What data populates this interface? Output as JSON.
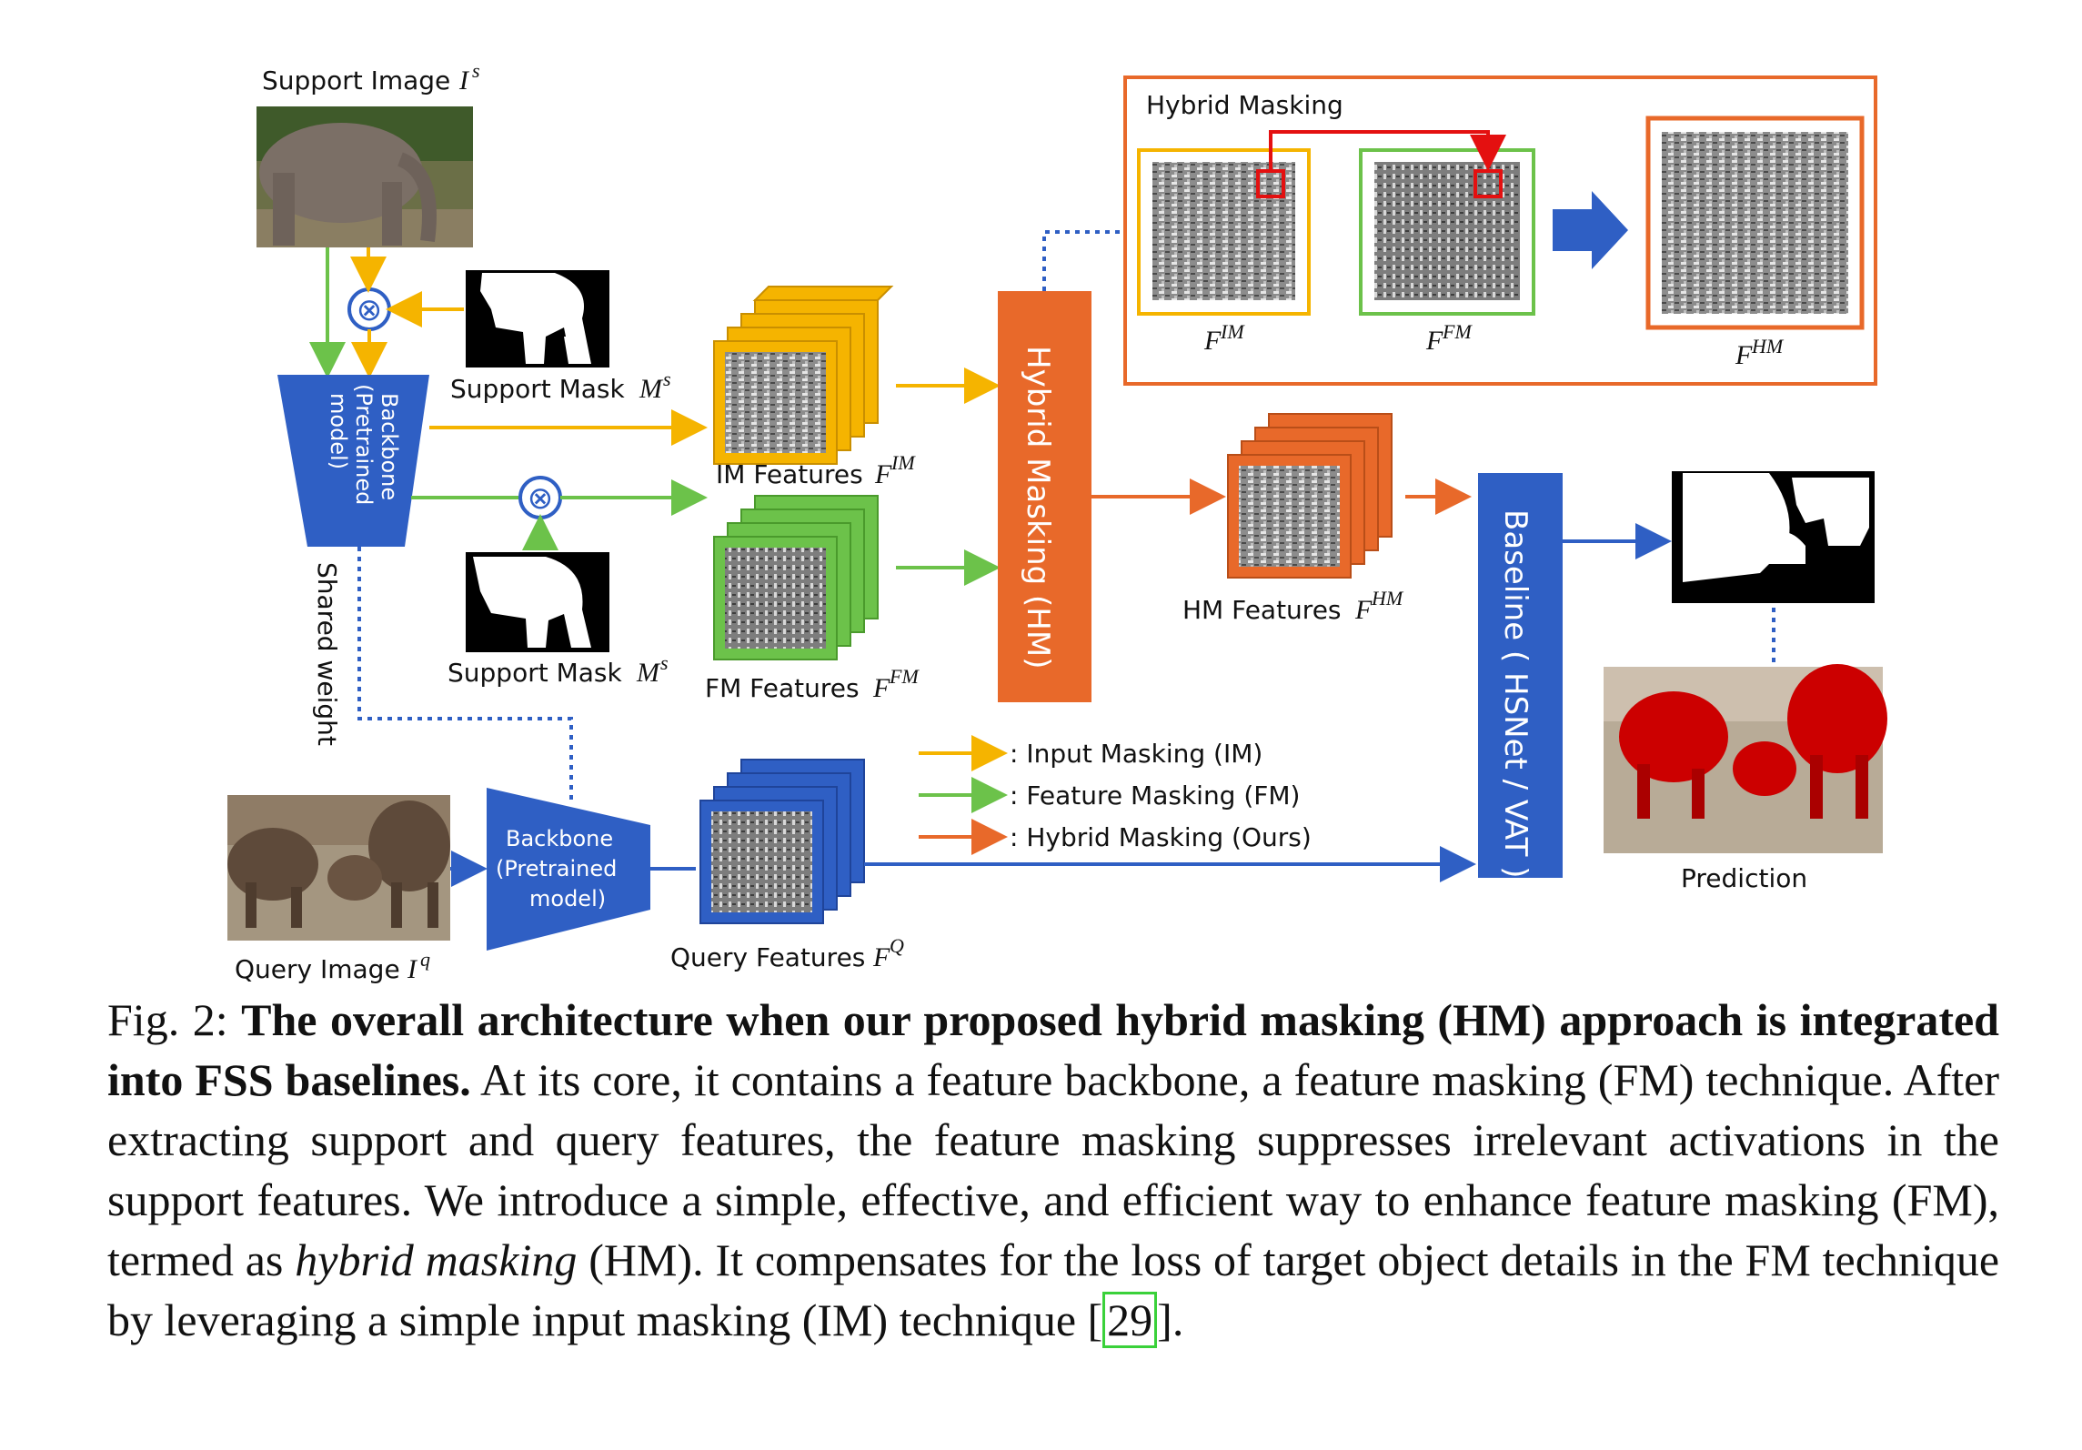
{
  "diagram": {
    "support_image_label": "Support Image",
    "support_image_sym": "I",
    "support_image_sup": "s",
    "support_mask_label": "Support Mask",
    "support_mask_sym": "M",
    "support_mask_sup": "s",
    "support_mask2_label": "Support Mask",
    "support_mask2_sym": "M",
    "support_mask2_sup": "s",
    "backbone_support_lines": [
      "Backbone",
      "(Pretrained",
      "model)"
    ],
    "shared_weight": "Shared weight",
    "backbone_query_lines": [
      "Backbone",
      "(Pretrained",
      "model)"
    ],
    "query_image_label": "Query Image",
    "query_image_sym": "I",
    "query_image_sup": "q",
    "im_features_label": "IM Features",
    "im_features_sym": "F",
    "im_features_sup": "IM",
    "fm_features_label": "FM Features",
    "fm_features_sym": "F",
    "fm_features_sup": "FM",
    "query_features_label": "Query Features",
    "query_features_sym": "F",
    "query_features_sup": "Q",
    "hm_block": "Hybrid Masking (HM)",
    "hm_features_label": "HM Features",
    "hm_features_sym": "F",
    "hm_features_sup": "HM",
    "baseline_block": "Baseline ( HSNet / VAT )",
    "prediction_label": "Prediction",
    "inset_title": "Hybrid Masking",
    "inset_f_im_sym": "F",
    "inset_f_im_sup": "IM",
    "inset_f_fm_sym": "F",
    "inset_f_fm_sup": "FM",
    "inset_f_hm_sym": "F",
    "inset_f_hm_sup": "HM",
    "multiply_symbol": "⊗",
    "legend": [
      {
        "label": ": Input Masking (IM)",
        "color": "#f5b400"
      },
      {
        "label": ": Feature Masking (FM)",
        "color": "#6cc24a"
      },
      {
        "label": ": Hybrid Masking (Ours)",
        "color": "#e8692a"
      }
    ],
    "colors": {
      "im": "#f5b400",
      "fm": "#6cc24a",
      "hm": "#e8692a",
      "blue": "#2f5fc4",
      "red": "#e41010"
    }
  },
  "caption": {
    "fig_no": "Fig. 2:",
    "title": "The overall architecture when our proposed hybrid masking (HM) approach is integrated into FSS baselines.",
    "text_1": "At its core, it contains a feature backbone, a feature masking (FM) technique. After extracting support and query features, the feature masking suppresses irrelevant activations in the support features. We introduce a simple, effective, and efficient way to enhance feature masking (FM), termed as",
    "em": "hybrid masking",
    "text_2": "(HM). It compensates for the loss of target object details in the FM technique by leveraging a simple input masking (IM) technique",
    "cite": "29",
    "end": "]."
  }
}
